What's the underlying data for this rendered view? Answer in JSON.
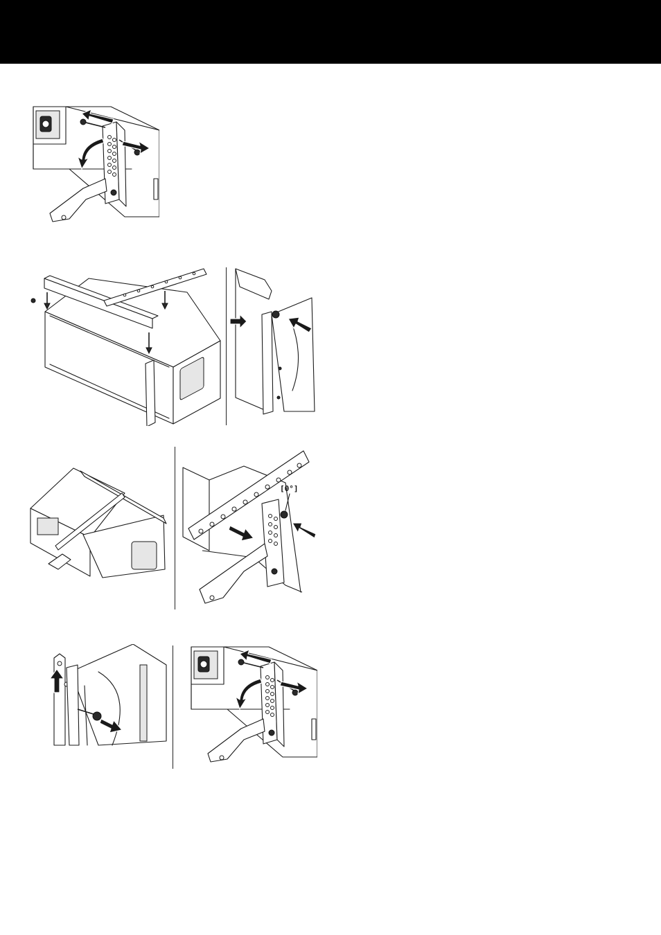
{
  "page": {
    "header_bar_color": "#000000",
    "background": "#ffffff"
  },
  "figures": [
    {
      "id": "fig1",
      "icon": "remove-pins-release-handle"
    },
    {
      "id": "fig2a",
      "icon": "attach-frame-to-cabinet"
    },
    {
      "id": "fig2b",
      "icon": "insert-front-pin"
    },
    {
      "id": "fig3a",
      "icon": "cabinet-with-frame-overview"
    },
    {
      "id": "fig3b",
      "icon": "set-splay-angle",
      "angle_label": "[0°]"
    },
    {
      "id": "fig4a",
      "icon": "lift-and-pin-front-link"
    },
    {
      "id": "fig4b",
      "icon": "remove-pins-release-handle"
    }
  ]
}
